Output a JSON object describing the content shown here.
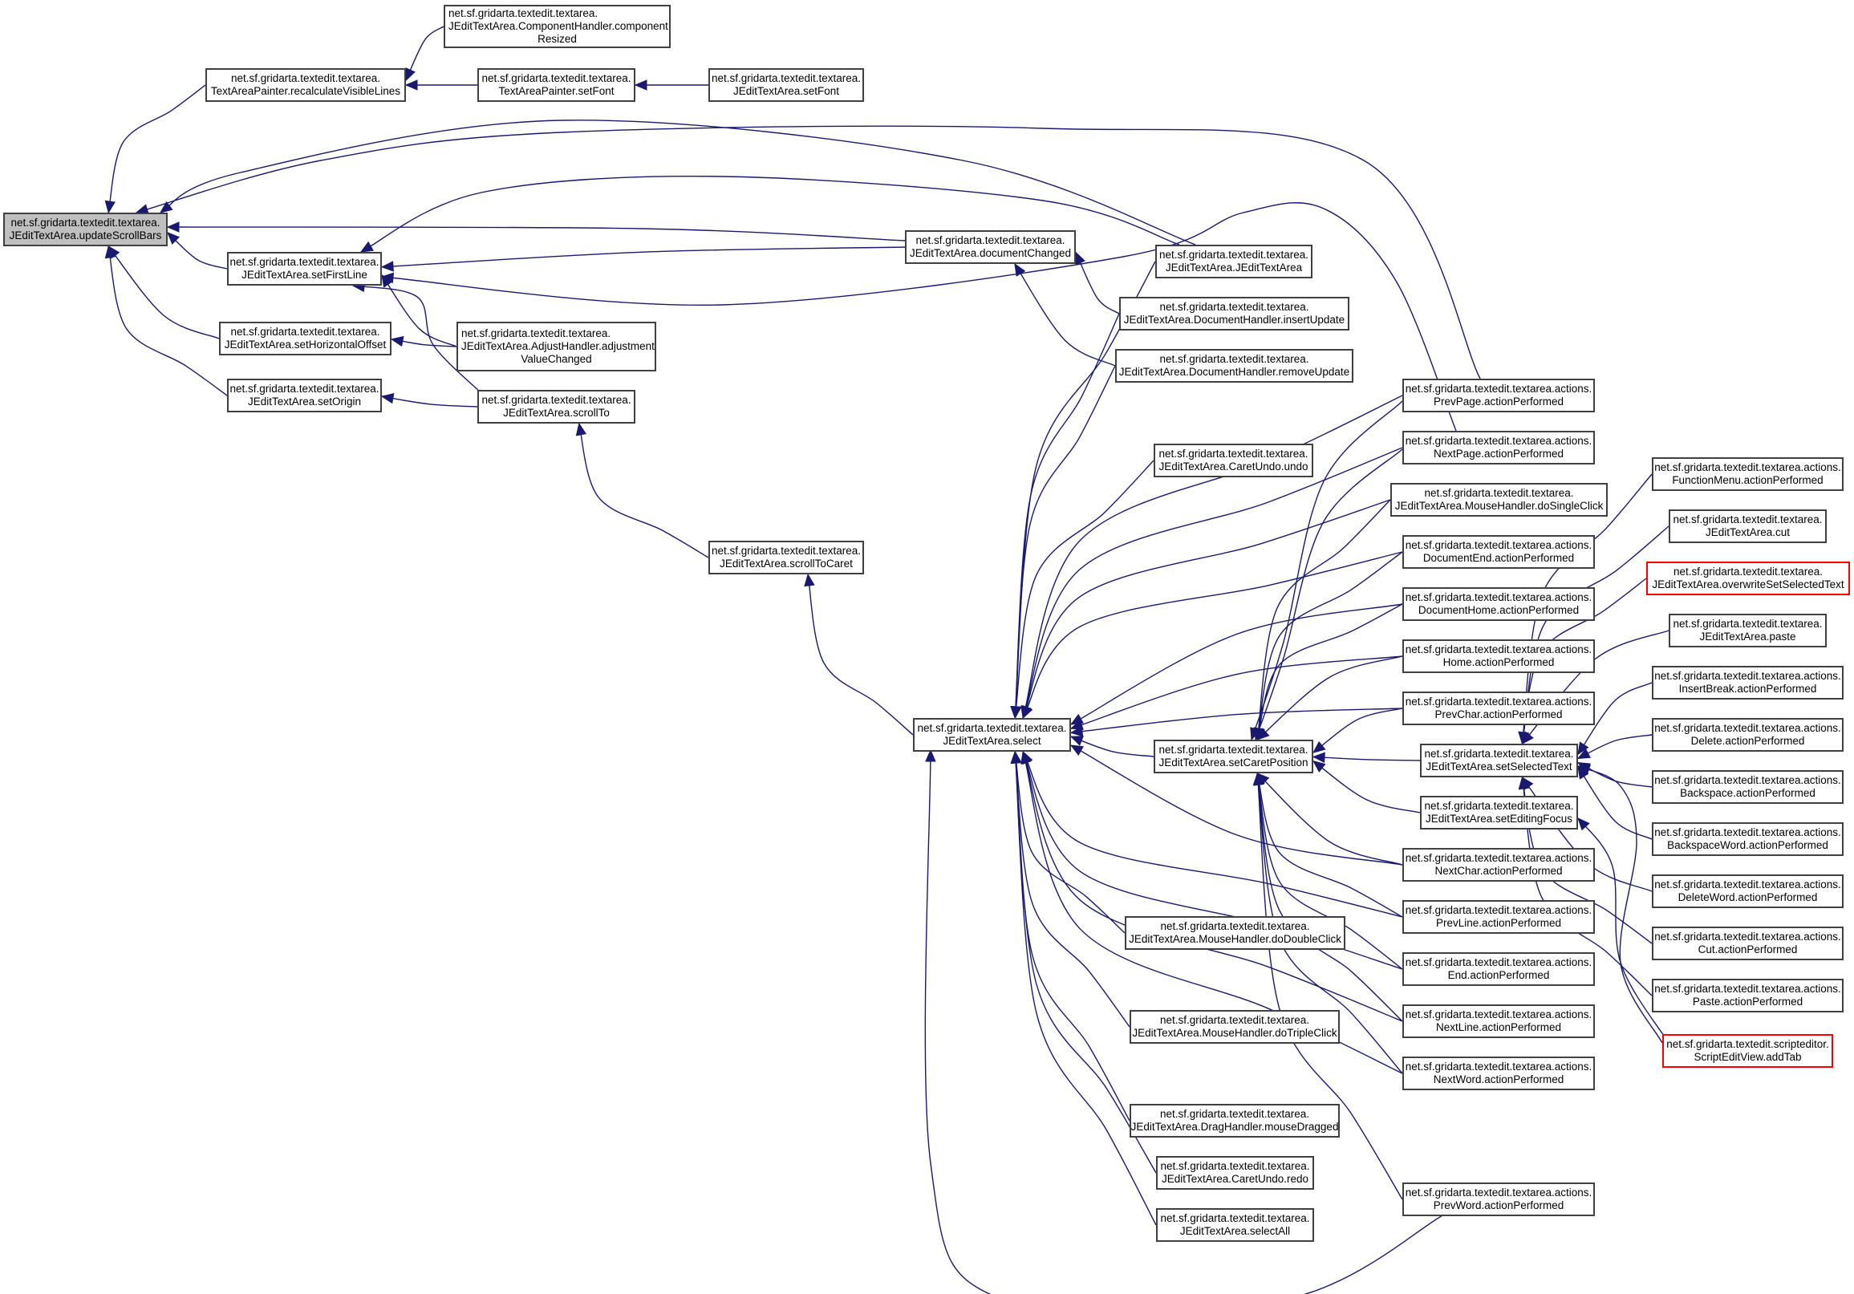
{
  "diagram": {
    "type": "call-graph",
    "title": "Caller graph of net.sf.gridarta.textedit.textarea.JEditTextArea.updateScrollBars",
    "colors": {
      "edge": "#191970",
      "node_border": "#404040",
      "root_fill": "#bfbfbf",
      "missing_border": "#ff0000"
    },
    "nodes": [
      {
        "id": "usb",
        "lines": [
          "net.sf.gridarta.textedit.textarea.",
          "JEditTextArea.updateScrollBars"
        ],
        "root": true
      },
      {
        "id": "rvl",
        "lines": [
          "net.sf.gridarta.textedit.textarea.",
          "TextAreaPainter.recalculateVisibleLines"
        ]
      },
      {
        "id": "cr",
        "lines": [
          "net.sf.gridarta.textedit.textarea.",
          "JEditTextArea.ComponentHandler.component",
          "Resized"
        ]
      },
      {
        "id": "tps",
        "lines": [
          "net.sf.gridarta.textedit.textarea.",
          "TextAreaPainter.setFont"
        ]
      },
      {
        "id": "jsf",
        "lines": [
          "net.sf.gridarta.textedit.textarea.",
          "JEditTextArea.setFont"
        ]
      },
      {
        "id": "sfl",
        "lines": [
          "net.sf.gridarta.textedit.textarea.",
          "JEditTextArea.setFirstLine"
        ]
      },
      {
        "id": "sho",
        "lines": [
          "net.sf.gridarta.textedit.textarea.",
          "JEditTextArea.setHorizontalOffset"
        ]
      },
      {
        "id": "so",
        "lines": [
          "net.sf.gridarta.textedit.textarea.",
          "JEditTextArea.setOrigin"
        ]
      },
      {
        "id": "avc",
        "lines": [
          "net.sf.gridarta.textedit.textarea.",
          "JEditTextArea.AdjustHandler.adjustment",
          "ValueChanged"
        ]
      },
      {
        "id": "st",
        "lines": [
          "net.sf.gridarta.textedit.textarea.",
          "JEditTextArea.scrollTo"
        ]
      },
      {
        "id": "stc",
        "lines": [
          "net.sf.gridarta.textedit.textarea.",
          "JEditTextArea.scrollToCaret"
        ]
      },
      {
        "id": "dc",
        "lines": [
          "net.sf.gridarta.textedit.textarea.",
          "JEditTextArea.documentChanged"
        ]
      },
      {
        "id": "jeta",
        "lines": [
          "net.sf.gridarta.textedit.textarea.",
          "JEditTextArea.JEditTextArea"
        ]
      },
      {
        "id": "iu",
        "lines": [
          "net.sf.gridarta.textedit.textarea.",
          "JEditTextArea.DocumentHandler.insertUpdate"
        ]
      },
      {
        "id": "ru",
        "lines": [
          "net.sf.gridarta.textedit.textarea.",
          "JEditTextArea.DocumentHandler.removeUpdate"
        ]
      },
      {
        "id": "undo",
        "lines": [
          "net.sf.gridarta.textedit.textarea.",
          "JEditTextArea.CaretUndo.undo"
        ]
      },
      {
        "id": "sel",
        "lines": [
          "net.sf.gridarta.textedit.textarea.",
          "JEditTextArea.select"
        ]
      },
      {
        "id": "scp",
        "lines": [
          "net.sf.gridarta.textedit.textarea.",
          "JEditTextArea.setCaretPosition"
        ]
      },
      {
        "id": "ddc",
        "lines": [
          "net.sf.gridarta.textedit.textarea.",
          "JEditTextArea.MouseHandler.doDoubleClick"
        ]
      },
      {
        "id": "dtc",
        "lines": [
          "net.sf.gridarta.textedit.textarea.",
          "JEditTextArea.MouseHandler.doTripleClick"
        ]
      },
      {
        "id": "md",
        "lines": [
          "net.sf.gridarta.textedit.textarea.",
          "JEditTextArea.DragHandler.mouseDragged"
        ]
      },
      {
        "id": "redo",
        "lines": [
          "net.sf.gridarta.textedit.textarea.",
          "JEditTextArea.CaretUndo.redo"
        ]
      },
      {
        "id": "sa",
        "lines": [
          "net.sf.gridarta.textedit.textarea.",
          "JEditTextArea.selectAll"
        ]
      },
      {
        "id": "prevpage",
        "lines": [
          "net.sf.gridarta.textedit.textarea.actions.",
          "PrevPage.actionPerformed"
        ]
      },
      {
        "id": "nextpage",
        "lines": [
          "net.sf.gridarta.textedit.textarea.actions.",
          "NextPage.actionPerformed"
        ]
      },
      {
        "id": "dsc",
        "lines": [
          "net.sf.gridarta.textedit.textarea.",
          "JEditTextArea.MouseHandler.doSingleClick"
        ]
      },
      {
        "id": "docend",
        "lines": [
          "net.sf.gridarta.textedit.textarea.actions.",
          "DocumentEnd.actionPerformed"
        ]
      },
      {
        "id": "dochome",
        "lines": [
          "net.sf.gridarta.textedit.textarea.actions.",
          "DocumentHome.actionPerformed"
        ]
      },
      {
        "id": "home",
        "lines": [
          "net.sf.gridarta.textedit.textarea.actions.",
          "Home.actionPerformed"
        ]
      },
      {
        "id": "prevchar",
        "lines": [
          "net.sf.gridarta.textedit.textarea.actions.",
          "PrevChar.actionPerformed"
        ]
      },
      {
        "id": "sst",
        "lines": [
          "net.sf.gridarta.textedit.textarea.",
          "JEditTextArea.setSelectedText"
        ]
      },
      {
        "id": "sef",
        "lines": [
          "net.sf.gridarta.textedit.textarea.",
          "JEditTextArea.setEditingFocus"
        ]
      },
      {
        "id": "nextchar",
        "lines": [
          "net.sf.gridarta.textedit.textarea.actions.",
          "NextChar.actionPerformed"
        ]
      },
      {
        "id": "prevline",
        "lines": [
          "net.sf.gridarta.textedit.textarea.actions.",
          "PrevLine.actionPerformed"
        ]
      },
      {
        "id": "end",
        "lines": [
          "net.sf.gridarta.textedit.textarea.actions.",
          "End.actionPerformed"
        ]
      },
      {
        "id": "nextline",
        "lines": [
          "net.sf.gridarta.textedit.textarea.actions.",
          "NextLine.actionPerformed"
        ]
      },
      {
        "id": "nextword",
        "lines": [
          "net.sf.gridarta.textedit.textarea.actions.",
          "NextWord.actionPerformed"
        ]
      },
      {
        "id": "prevword",
        "lines": [
          "net.sf.gridarta.textedit.textarea.actions.",
          "PrevWord.actionPerformed"
        ]
      },
      {
        "id": "fmenu",
        "lines": [
          "net.sf.gridarta.textedit.textarea.actions.",
          "FunctionMenu.actionPerformed"
        ]
      },
      {
        "id": "cut",
        "lines": [
          "net.sf.gridarta.textedit.textarea.",
          "JEditTextArea.cut"
        ]
      },
      {
        "id": "owst",
        "lines": [
          "net.sf.gridarta.textedit.textarea.",
          "JEditTextArea.overwriteSetSelectedText"
        ],
        "missing": true
      },
      {
        "id": "paste",
        "lines": [
          "net.sf.gridarta.textedit.textarea.",
          "JEditTextArea.paste"
        ]
      },
      {
        "id": "ibreak",
        "lines": [
          "net.sf.gridarta.textedit.textarea.actions.",
          "InsertBreak.actionPerformed"
        ]
      },
      {
        "id": "delete",
        "lines": [
          "net.sf.gridarta.textedit.textarea.actions.",
          "Delete.actionPerformed"
        ]
      },
      {
        "id": "backspace",
        "lines": [
          "net.sf.gridarta.textedit.textarea.actions.",
          "Backspace.actionPerformed"
        ]
      },
      {
        "id": "bsword",
        "lines": [
          "net.sf.gridarta.textedit.textarea.actions.",
          "BackspaceWord.actionPerformed"
        ]
      },
      {
        "id": "delword",
        "lines": [
          "net.sf.gridarta.textedit.textarea.actions.",
          "DeleteWord.actionPerformed"
        ]
      },
      {
        "id": "cutap",
        "lines": [
          "net.sf.gridarta.textedit.textarea.actions.",
          "Cut.actionPerformed"
        ]
      },
      {
        "id": "pasteap",
        "lines": [
          "net.sf.gridarta.textedit.textarea.actions.",
          "Paste.actionPerformed"
        ]
      },
      {
        "id": "addtab",
        "lines": [
          "net.sf.gridarta.textedit.scripteditor.",
          "ScriptEditView.addTab"
        ],
        "missing": true
      }
    ],
    "edges": [
      [
        "rvl",
        "usb"
      ],
      [
        "cr",
        "rvl"
      ],
      [
        "tps",
        "rvl"
      ],
      [
        "jsf",
        "tps"
      ],
      [
        "prevpage",
        "usb"
      ],
      [
        "jeta",
        "usb"
      ],
      [
        "dc",
        "usb"
      ],
      [
        "sfl",
        "usb"
      ],
      [
        "sho",
        "usb"
      ],
      [
        "so",
        "usb"
      ],
      [
        "jeta",
        "sfl"
      ],
      [
        "dc",
        "sfl"
      ],
      [
        "nextpage",
        "sfl"
      ],
      [
        "avc",
        "sfl"
      ],
      [
        "st",
        "sfl"
      ],
      [
        "avc",
        "sho"
      ],
      [
        "st",
        "so"
      ],
      [
        "stc",
        "st"
      ],
      [
        "sel",
        "stc"
      ],
      [
        "iu",
        "dc"
      ],
      [
        "ru",
        "dc"
      ],
      [
        "jeta",
        "sel"
      ],
      [
        "iu",
        "sel"
      ],
      [
        "ru",
        "sel"
      ],
      [
        "prevpage",
        "sel"
      ],
      [
        "undo",
        "sel"
      ],
      [
        "nextpage",
        "sel"
      ],
      [
        "dsc",
        "sel"
      ],
      [
        "docend",
        "sel"
      ],
      [
        "dochome",
        "sel"
      ],
      [
        "home",
        "sel"
      ],
      [
        "prevchar",
        "sel"
      ],
      [
        "scp",
        "sel"
      ],
      [
        "nextchar",
        "sel"
      ],
      [
        "ddc",
        "sel"
      ],
      [
        "prevline",
        "sel"
      ],
      [
        "end",
        "sel"
      ],
      [
        "dtc",
        "sel"
      ],
      [
        "nextline",
        "sel"
      ],
      [
        "md",
        "sel"
      ],
      [
        "nextword",
        "sel"
      ],
      [
        "redo",
        "sel"
      ],
      [
        "sa",
        "sel"
      ],
      [
        "prevword",
        "sel"
      ],
      [
        "prevpage",
        "scp"
      ],
      [
        "nextpage",
        "scp"
      ],
      [
        "dsc",
        "scp"
      ],
      [
        "docend",
        "scp"
      ],
      [
        "dochome",
        "scp"
      ],
      [
        "home",
        "scp"
      ],
      [
        "prevchar",
        "scp"
      ],
      [
        "sst",
        "scp"
      ],
      [
        "sef",
        "scp"
      ],
      [
        "nextchar",
        "scp"
      ],
      [
        "prevline",
        "scp"
      ],
      [
        "end",
        "scp"
      ],
      [
        "nextline",
        "scp"
      ],
      [
        "nextword",
        "scp"
      ],
      [
        "prevword",
        "scp"
      ],
      [
        "fmenu",
        "sst"
      ],
      [
        "cut",
        "sst"
      ],
      [
        "owst",
        "sst"
      ],
      [
        "paste",
        "sst"
      ],
      [
        "ibreak",
        "sst"
      ],
      [
        "delete",
        "sst"
      ],
      [
        "backspace",
        "sst"
      ],
      [
        "bsword",
        "sst"
      ],
      [
        "delword",
        "sst"
      ],
      [
        "cutap",
        "sst"
      ],
      [
        "pasteap",
        "sst"
      ],
      [
        "addtab",
        "sst"
      ],
      [
        "addtab",
        "sef"
      ]
    ]
  }
}
